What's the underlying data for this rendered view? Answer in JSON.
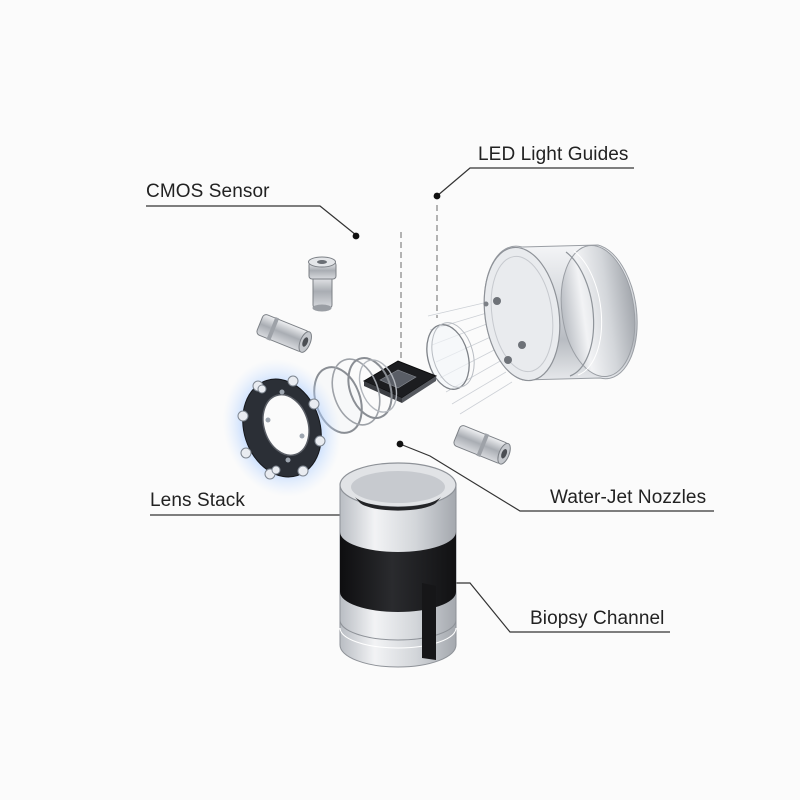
{
  "diagram": {
    "labels": {
      "cmos_sensor": "CMOS Sensor",
      "led_light_guides": "LED Light Guides",
      "lens_stack": "Lens Stack",
      "water_jet_nozzles": "Water-Jet Nozzles",
      "biopsy_channel": "Biopsy Channel"
    },
    "colors": {
      "leader_line": "#333333",
      "lens_ring_glow": "#7fb3ff",
      "lens_ring": "#2b2f36",
      "metal": "#c9ccd1",
      "metal_dark": "#8c9096",
      "black_band": "#1b1b1d"
    }
  }
}
